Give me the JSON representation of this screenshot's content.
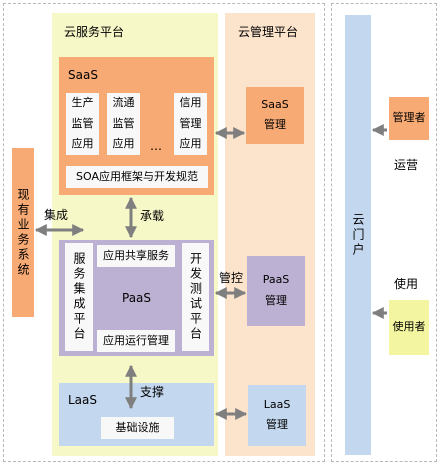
{
  "colors": {
    "cloud_service_bg": "#f7f8c8",
    "cloud_mgmt_bg": "#fbe3cc",
    "saas": "#f7aa74",
    "paas": "#bcb1d2",
    "iaas": "#c3d7ee",
    "portal": "#c3d7ee",
    "existing": "#f7aa74",
    "manager": "#f7aa74",
    "user": "#f3f5a0",
    "light_box": "#f8f8f8",
    "arrow": "#7f7f7f"
  },
  "cloud_service": {
    "title": "云服务平台",
    "saas": {
      "label": "SaaS",
      "apps": [
        {
          "lines": [
            "生产",
            "监管",
            "应用"
          ]
        },
        {
          "lines": [
            "流通",
            "监管",
            "应用"
          ]
        },
        {
          "lines": [
            "信用",
            "管理",
            "应用"
          ]
        }
      ],
      "ellipsis": "…",
      "framework": "SOA应用框架与开发规范"
    },
    "paas": {
      "label": "PaaS",
      "integration": "服务集成平台",
      "share": "应用共享服务",
      "runtime": "应用运行管理",
      "devtest": "开发测试平台"
    },
    "iaas": {
      "label": "LaaS",
      "infra": "基础设施"
    }
  },
  "cloud_mgmt": {
    "title": "云管理平台",
    "saas_mgmt": [
      "SaaS",
      "管理"
    ],
    "paas_mgmt": [
      "PaaS",
      "管理"
    ],
    "iaas_mgmt": [
      "LaaS",
      "管理"
    ]
  },
  "existing_system": "现有业务系统",
  "portal": "云门户",
  "manager": "管理者",
  "user": "使用者",
  "edges": {
    "integrate": "集成",
    "carry": "承载",
    "control": "管控",
    "support": "支撑",
    "operate": "运营",
    "use": "使用"
  }
}
